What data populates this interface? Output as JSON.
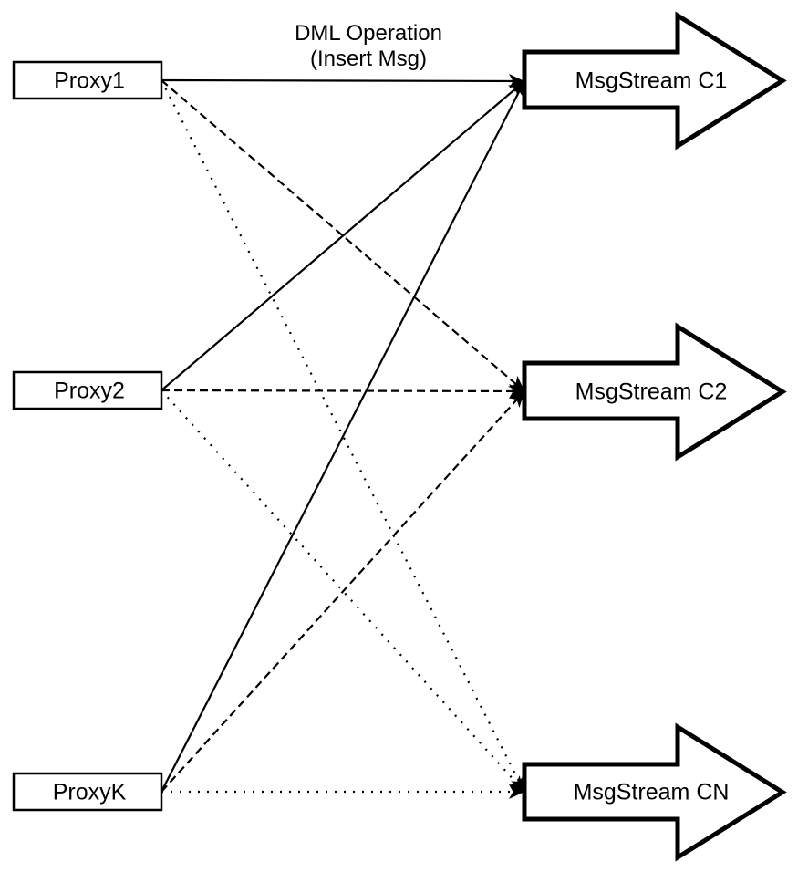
{
  "canvas": {
    "background_color": "#ffffff",
    "ink_color": "#000000"
  },
  "annotation": {
    "line1": "DML Operation",
    "line2": "(Insert Msg)"
  },
  "proxies": [
    {
      "id": "proxy1",
      "label": "Proxy1"
    },
    {
      "id": "proxy2",
      "label": "Proxy2"
    },
    {
      "id": "proxyk",
      "label": "ProxyK"
    }
  ],
  "streams": [
    {
      "id": "c1",
      "label": "MsgStream C1"
    },
    {
      "id": "c2",
      "label": "MsgStream C2"
    },
    {
      "id": "cn",
      "label": "MsgStream CN"
    }
  ],
  "edges": [
    {
      "from": "proxy1",
      "to": "c1",
      "style": "solid"
    },
    {
      "from": "proxy1",
      "to": "c2",
      "style": "dashed"
    },
    {
      "from": "proxy1",
      "to": "cn",
      "style": "dotted"
    },
    {
      "from": "proxy2",
      "to": "c1",
      "style": "solid"
    },
    {
      "from": "proxy2",
      "to": "c2",
      "style": "dashed"
    },
    {
      "from": "proxy2",
      "to": "cn",
      "style": "dotted"
    },
    {
      "from": "proxyk",
      "to": "c1",
      "style": "solid"
    },
    {
      "from": "proxyk",
      "to": "c2",
      "style": "dashed"
    },
    {
      "from": "proxyk",
      "to": "cn",
      "style": "dotted"
    }
  ]
}
